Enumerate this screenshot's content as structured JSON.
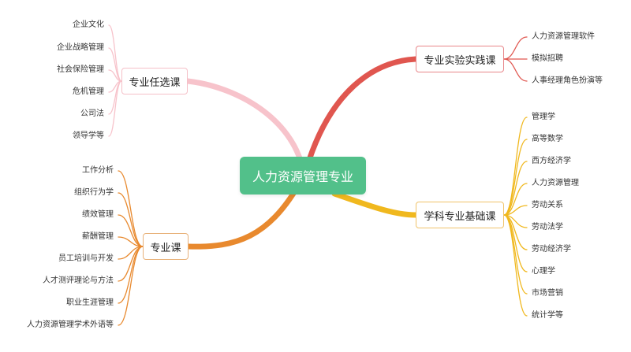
{
  "title": "人力资源管理专业",
  "branches": {
    "elective": {
      "label": "专业任选课",
      "color": "#f7c3cb",
      "items": [
        "企业文化",
        "企业战略管理",
        "社会保险管理",
        "危机管理",
        "公司法",
        "领导学等"
      ]
    },
    "practice": {
      "label": "专业实验实践课",
      "color": "#e0564f",
      "items": [
        "人力资源管理软件",
        "模拟招聘",
        "人事经理角色扮演等"
      ]
    },
    "major": {
      "label": "专业课",
      "color": "#e8892e",
      "items": [
        "工作分析",
        "组织行为学",
        "绩效管理",
        "薪酬管理",
        "员工培训与开发",
        "人才测评理论与方法",
        "职业生涯管理",
        "人力资源管理学术外语等"
      ]
    },
    "basic": {
      "label": "学科专业基础课",
      "color": "#f0b81e",
      "items": [
        "管理学",
        "高等数学",
        "西方经济学",
        "人力资源管理",
        "劳动关系",
        "劳动法学",
        "劳动经济学",
        "心理学",
        "市场营销",
        "统计学等"
      ]
    }
  }
}
